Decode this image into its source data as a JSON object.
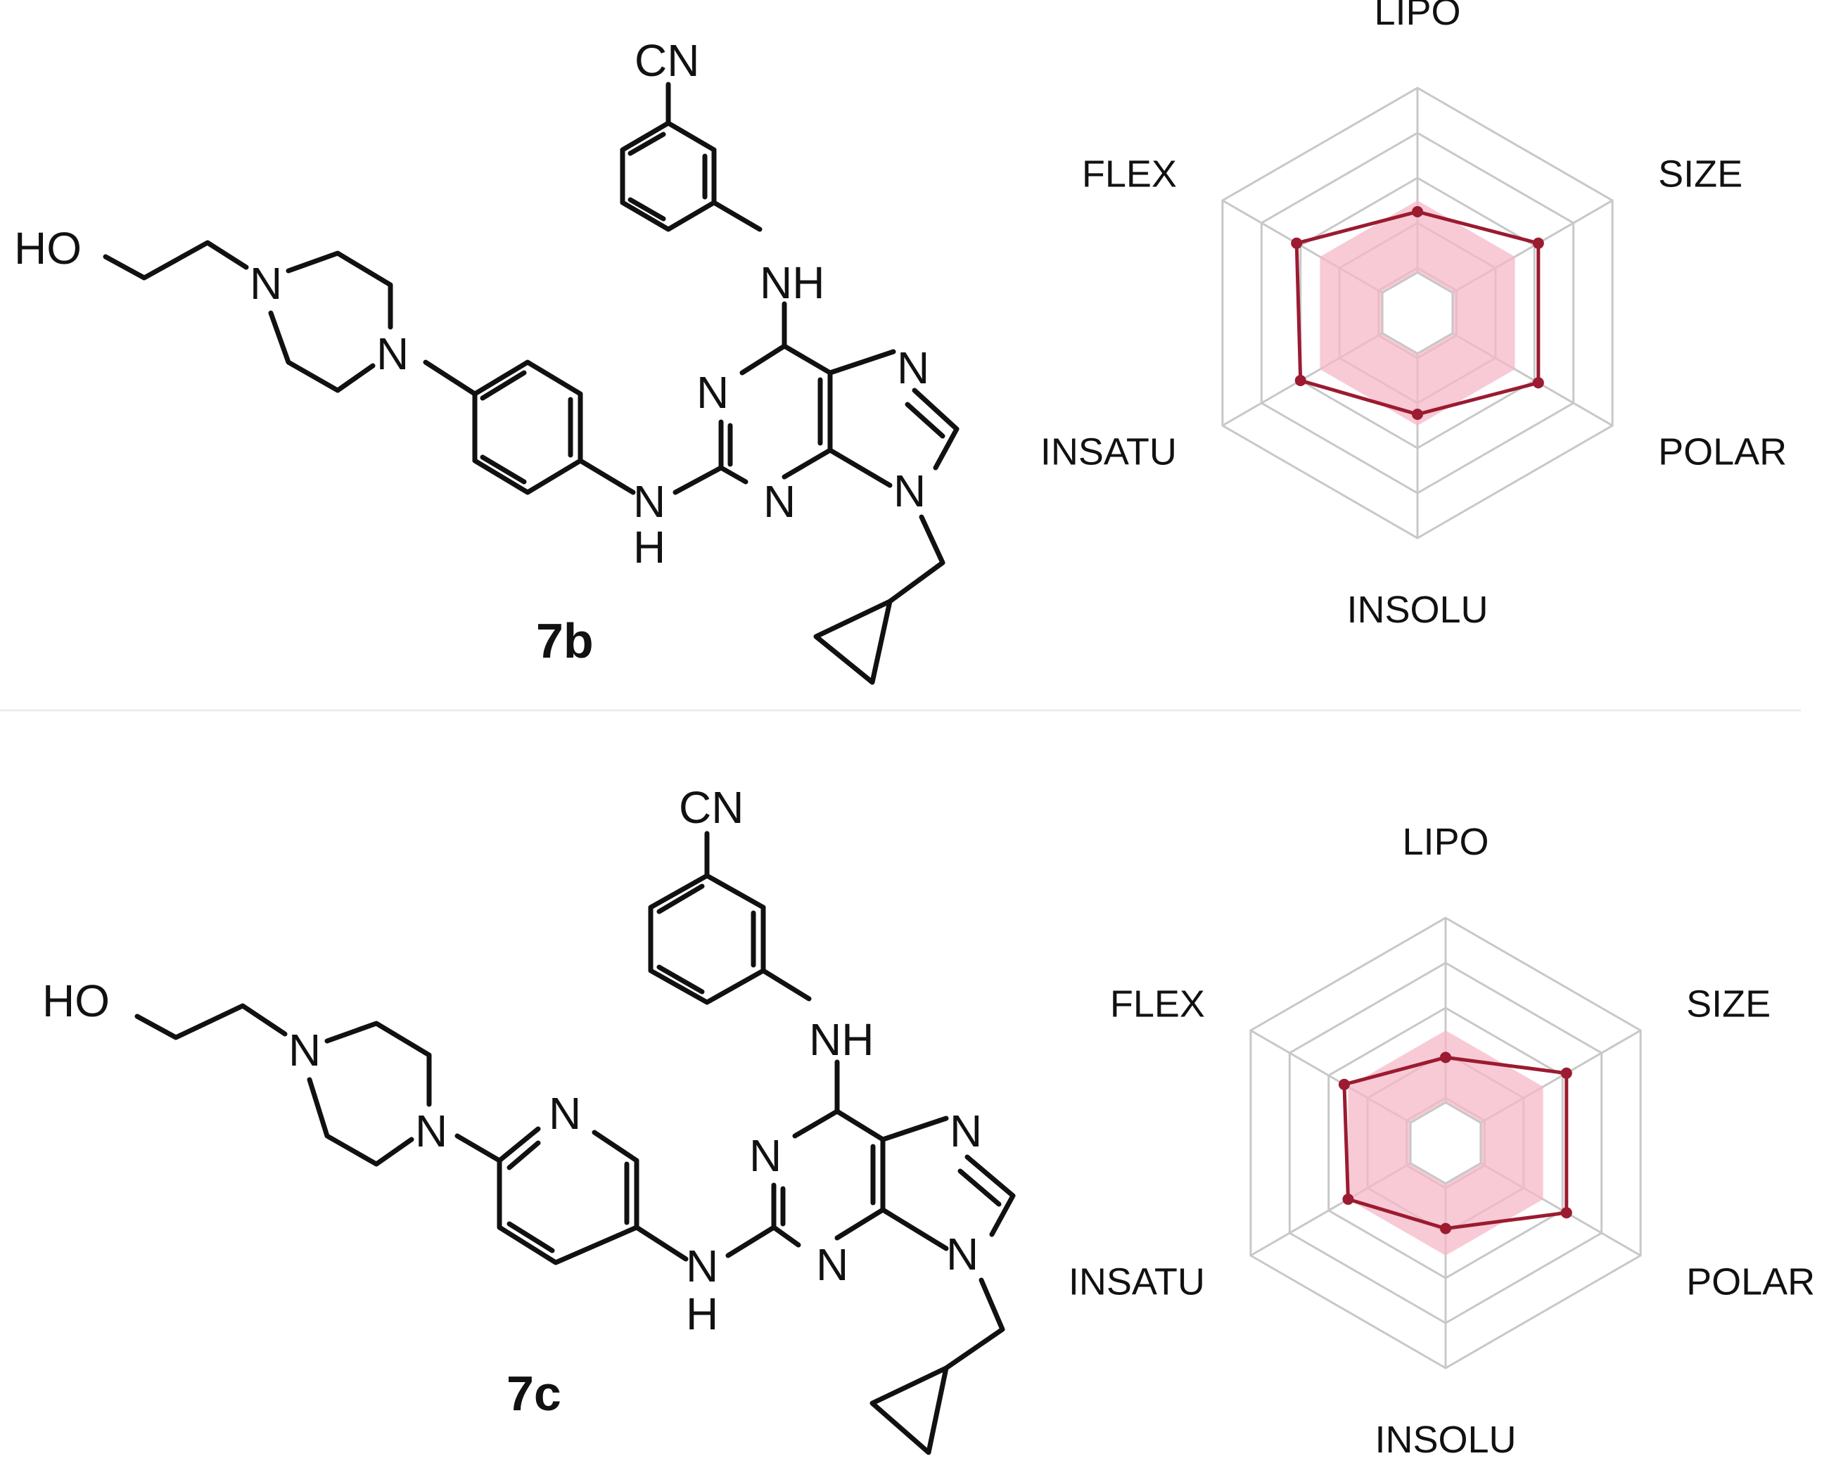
{
  "panels": [
    {
      "compound_label": "7b",
      "atoms": {
        "cn": "CN",
        "nh_top": "NH",
        "ho": "HO",
        "n_pip1": "N",
        "n_pip2": "N",
        "n_py": "",
        "n_pur1": "N",
        "n_pur3": "N",
        "n_pur7": "N",
        "n_pur9": "N",
        "nh_link_n": "N",
        "nh_link_h": "H"
      }
    },
    {
      "compound_label": "7c",
      "atoms": {
        "cn": "CN",
        "nh_top": "NH",
        "ho": "HO",
        "n_pip1": "N",
        "n_pip2": "N",
        "n_py": "N",
        "n_pur1": "N",
        "n_pur3": "N",
        "n_pur7": "N",
        "n_pur9": "N",
        "nh_link_n": "N",
        "nh_link_h": "H"
      }
    }
  ],
  "chart_data": [
    {
      "type": "radar",
      "axes": [
        "LIPO",
        "SIZE",
        "POLAR",
        "INSOLU",
        "INSATU",
        "FLEX"
      ],
      "series": [
        {
          "values": [
            0.45,
            0.62,
            0.62,
            0.45,
            0.6,
            0.62
          ]
        }
      ],
      "optimal_range": {
        "inner": 0.18,
        "outer": 0.5
      },
      "scale": [
        0,
        1
      ],
      "grid_levels": 5,
      "colors": {
        "series": "#9b1b30",
        "fill": "#f4b8c8",
        "grid": "#c8c8c8"
      }
    },
    {
      "type": "radar",
      "axes": [
        "LIPO",
        "SIZE",
        "POLAR",
        "INSOLU",
        "INSATU",
        "FLEX"
      ],
      "series": [
        {
          "values": [
            0.38,
            0.62,
            0.62,
            0.38,
            0.5,
            0.52
          ]
        }
      ],
      "optimal_range": {
        "inner": 0.18,
        "outer": 0.5
      },
      "scale": [
        0,
        1
      ],
      "grid_levels": 5,
      "colors": {
        "series": "#9b1b30",
        "fill": "#f4b8c8",
        "grid": "#c8c8c8"
      }
    }
  ]
}
